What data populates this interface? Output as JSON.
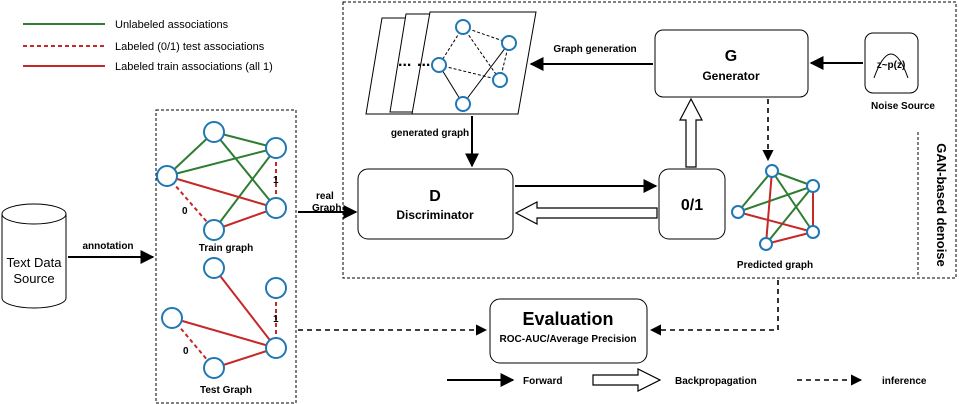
{
  "legend": {
    "unlabeled": "Unlabeled associations",
    "labeled_test": "Labeled (0/1) test associations",
    "labeled_train": "Labeled train associations (all 1)",
    "colors": {
      "unlabeled": "#2e7d32",
      "labeled": "#c62828",
      "node": "#1f78b4"
    }
  },
  "source": {
    "line1": "Text Data",
    "line2": "Source",
    "edge_label": "annotation"
  },
  "train_graph": {
    "title": "Train graph",
    "label_1": "1",
    "label_0": "0"
  },
  "test_graph": {
    "title": "Test Graph",
    "label_1": "1",
    "label_0": "0"
  },
  "real_graph_label": {
    "line1": "real",
    "line2": "Graph"
  },
  "gan": {
    "panel_title": "GAN-based denoise",
    "generated_graph": "generated graph",
    "stack_dots": "...",
    "graph_generation": "Graph generation",
    "generator": {
      "letter": "G",
      "name": "Generator"
    },
    "discriminator": {
      "letter": "D",
      "name": "Discriminator"
    },
    "output": "0/1",
    "noise": {
      "formula": "z~p(z)",
      "name": "Noise Source"
    },
    "predicted_graph": "Predicted graph"
  },
  "evaluation": {
    "title": "Evaluation",
    "metrics": "ROC-AUC/Average Precision"
  },
  "bottom_legend": {
    "forward": "Forward",
    "backprop": "Backpropagation",
    "inference": "inference"
  }
}
